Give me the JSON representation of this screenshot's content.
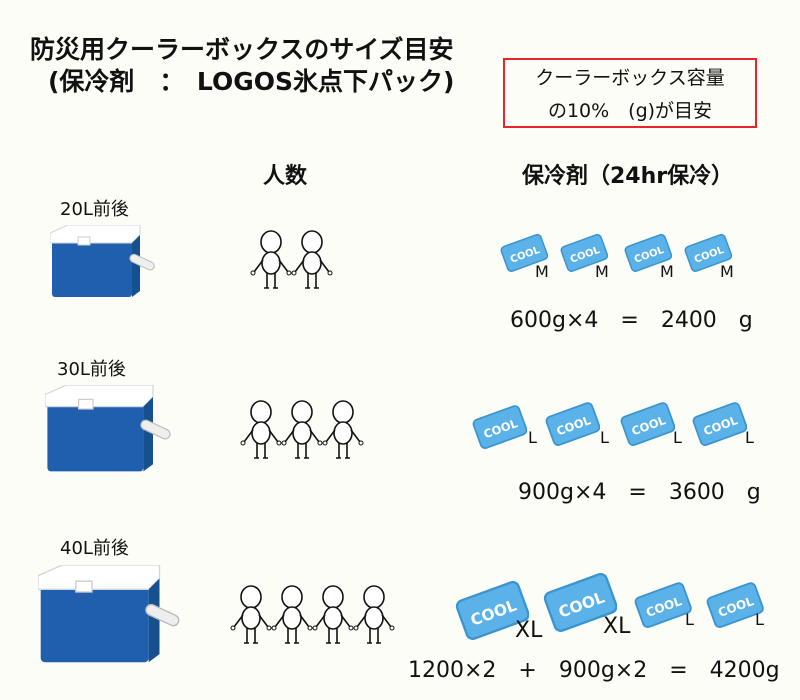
{
  "title": {
    "line1": "防災用クーラーボックスのサイズ目安",
    "line2": "(保冷剤　：　LOGOS氷点下パック)"
  },
  "note": {
    "line1": "クーラーボックス容量",
    "line2": "の10%　(g)が目安",
    "border_color": "#e8262a"
  },
  "headers": {
    "people": "人数",
    "coolant": "保冷剤（24hr保冷）"
  },
  "pack_text": "COOL",
  "colors": {
    "cooler_body": "#1f5fae",
    "cooler_lid": "#ffffff",
    "pack": "#5bb2e8"
  },
  "rows": [
    {
      "size": "20L前後",
      "people_count": 2,
      "packs": [
        "M",
        "M",
        "M",
        "M"
      ],
      "formula": "600g×4　=　2400　g"
    },
    {
      "size": "30L前後",
      "people_count": 3,
      "packs": [
        "L",
        "L",
        "L",
        "L"
      ],
      "formula": "900g×4　=　3600　g"
    },
    {
      "size": "40L前後",
      "people_count": 4,
      "packs": [
        "XL",
        "XL",
        "L",
        "L"
      ],
      "formula": "1200×2　+　900g×2　=　4200g"
    }
  ]
}
